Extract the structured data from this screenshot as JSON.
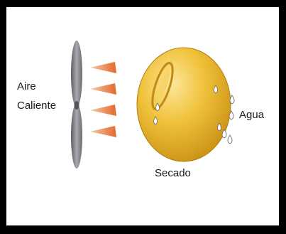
{
  "diagram": {
    "labels": {
      "aire": "Aire",
      "caliente": "Caliente",
      "agua": "Agua",
      "secado": "Secado"
    },
    "colors": {
      "frame": "#000000",
      "background": "#ffffff",
      "fan_blade": "#8a8a90",
      "heat_arrow": "#e8793a",
      "grain": "#e8b82a",
      "droplet": "#ffffff"
    },
    "icons": [
      "fan-blade-icon",
      "heat-arrow-icon",
      "grain-icon",
      "water-droplet-icon"
    ]
  }
}
